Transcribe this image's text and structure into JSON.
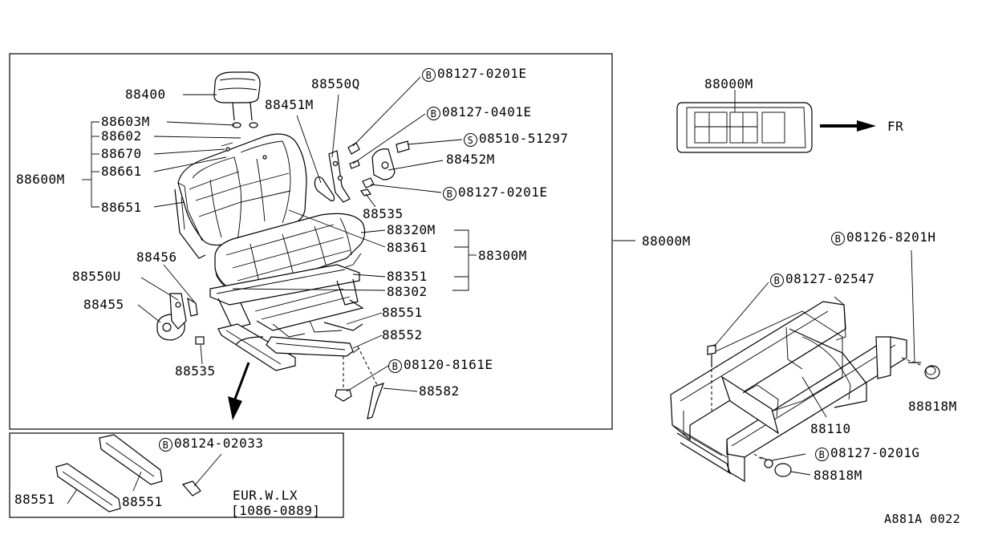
{
  "diagram_id": "A881A 0022",
  "variant": {
    "model": "EUR.W.LX",
    "period": "[1086-0889]"
  },
  "bolt_prefix": "B",
  "screw_prefix": "S",
  "fr_label": "FR",
  "parts": {
    "p88400": "88400",
    "p88603M": "88603M",
    "p88602": "88602",
    "p88670": "88670",
    "p88661": "88661",
    "p88600M": "88600M",
    "p88651": "88651",
    "p88550Q": "88550Q",
    "p88451M": "88451M",
    "b08127_0201E_a": "08127-0201E",
    "b08127_0401E": "08127-0401E",
    "s08510_51297": "08510-51297",
    "p88452M": "88452M",
    "b08127_0201E_b": "08127-0201E",
    "p88535_a": "88535",
    "p88320M": "88320M",
    "p88361": "88361",
    "p88300M": "88300M",
    "p88000M_main": "88000M",
    "p88456": "88456",
    "p88550U": "88550U",
    "p88455": "88455",
    "p88351": "88351",
    "p88302": "88302",
    "p88551_a": "88551",
    "p88552": "88552",
    "b08120_8161E": "08120-8161E",
    "p88535_b": "88535",
    "p88582": "88582",
    "p88000M_car": "88000M",
    "b08126_8201H": "08126-8201H",
    "b08127_02547": "08127-02547",
    "p88818M_a": "88818M",
    "p88110": "88110",
    "b08127_0201G": "08127-0201G",
    "p88818M_b": "88818M",
    "b08124_02033": "08124-02033",
    "p88551_b": "88551",
    "p88551_c": "88551"
  }
}
